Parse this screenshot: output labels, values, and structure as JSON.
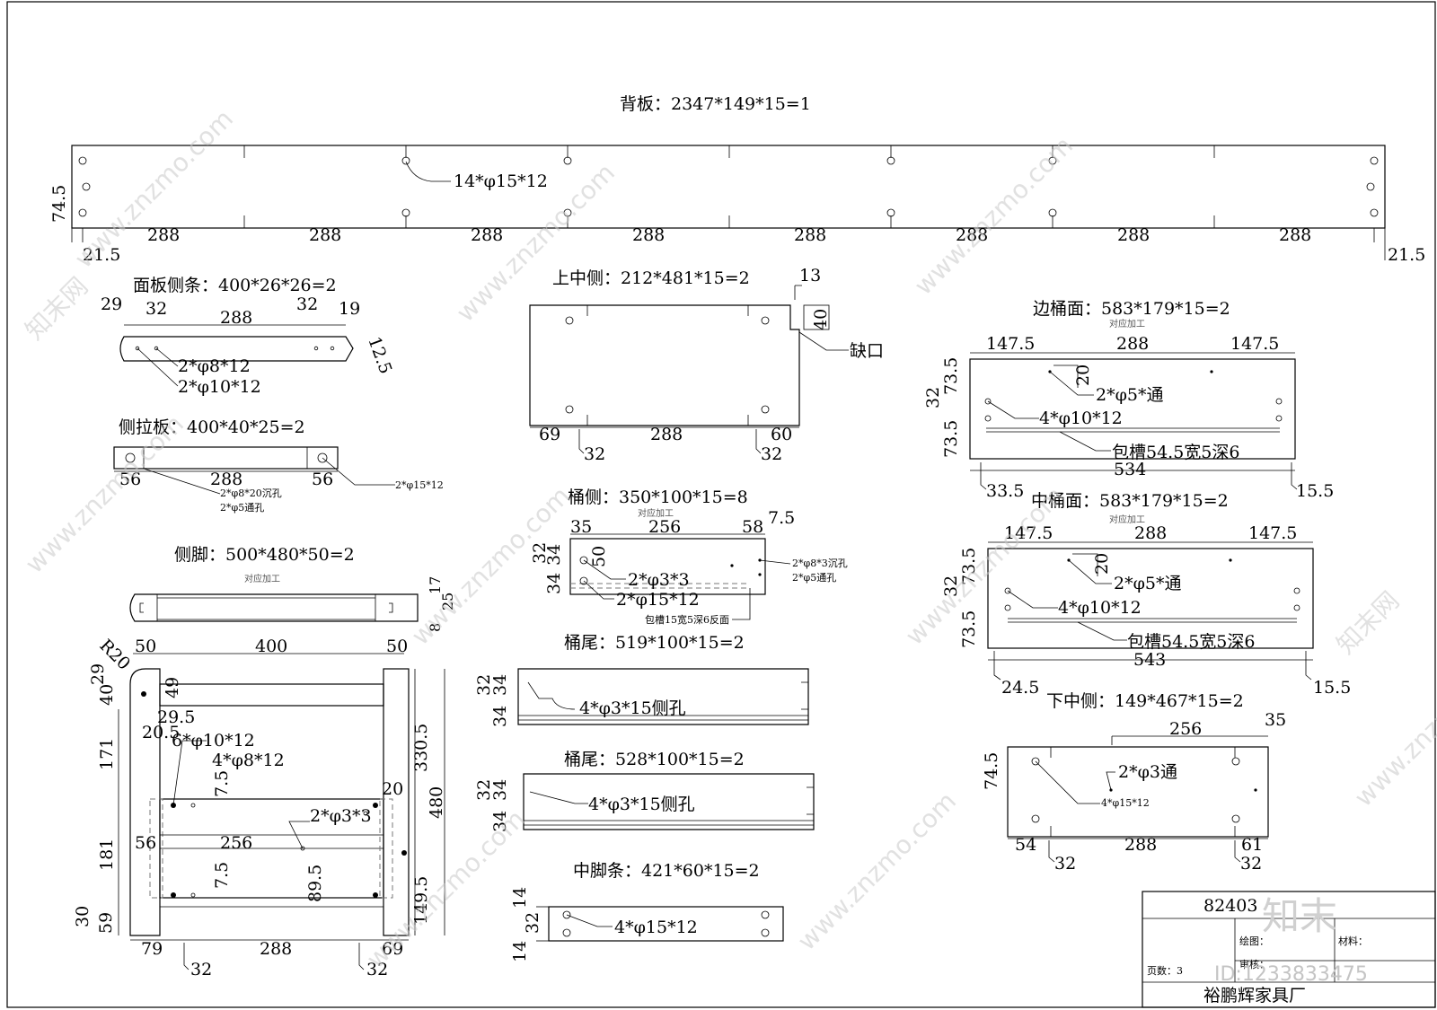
{
  "back_panel": {
    "title": "背板：2347*149*15=1",
    "hole": "14*φ15*12",
    "height": "74.5",
    "segment": "288",
    "left_offset": "21.5",
    "right_offset": "21.5"
  },
  "face_strip": {
    "title": "面板侧条：400*26*26=2",
    "d1": "29",
    "d2": "32",
    "d3": "288",
    "d4": "32",
    "d5": "19",
    "d6": "12.5",
    "hole1": "2*φ8*12",
    "hole2": "2*φ10*12"
  },
  "side_pull": {
    "title": "侧拉板：400*40*25=2",
    "d1": "56",
    "d2": "288",
    "d3": "56",
    "hole1": "2*φ8*20沉孔",
    "hole1b": "2*φ5通孔",
    "hole2": "2*φ15*12"
  },
  "side_leg": {
    "title": "侧脚：500*480*50=2",
    "note": "对应加工",
    "top_dims": [
      "50",
      "400",
      "50"
    ],
    "dims": [
      "17",
      "25",
      "8",
      "R20",
      "29",
      "40",
      "49",
      "29.5",
      "20.5",
      "171",
      "7.5",
      "20",
      "330.5",
      "480",
      "56",
      "256",
      "181",
      "89.5",
      "149.5",
      "30",
      "59",
      "79",
      "288",
      "69",
      "32",
      "32",
      "7.5"
    ],
    "hole1": "6*φ10*12",
    "hole2": "4*φ8*12",
    "hole3": "2*φ3*3"
  },
  "upper_middle": {
    "title": "上中侧：212*481*15=2",
    "d13": "13",
    "d40": "40",
    "notch": "缺口",
    "d1": "69",
    "d2": "288",
    "d3": "60",
    "d4": "32",
    "d5": "32"
  },
  "bucket_side": {
    "title": "桶侧：350*100*15=8",
    "note": "对应加工",
    "d1": "35",
    "d2": "256",
    "d3": "58",
    "d4": "7.5",
    "d5": "32",
    "d6": "34",
    "d7": "50",
    "d8": "34",
    "hole1": "2*φ3*3",
    "hole2": "2*φ15*12",
    "hole3": "2*φ8*3沉孔",
    "hole4": "2*φ5通孔",
    "groove": "包槽15宽5深6反面"
  },
  "bucket_tail_1": {
    "title": "桶尾：519*100*15=2",
    "d1": "32",
    "d2": "34",
    "d3": "34",
    "hole": "4*φ3*15侧孔"
  },
  "bucket_tail_2": {
    "title": "桶尾：528*100*15=2",
    "d1": "32",
    "d2": "34",
    "d3": "34",
    "hole": "4*φ3*15侧孔"
  },
  "middle_foot": {
    "title": "中脚条：421*60*15=2",
    "d1": "14",
    "d2": "32",
    "d3": "14",
    "hole": "4*φ15*12"
  },
  "edge_bucket_face": {
    "title": "边桶面：583*179*15=2",
    "note": "对应加工",
    "d1": "147.5",
    "d2": "288",
    "d3": "147.5",
    "d4": "20",
    "d5": "32",
    "d6": "73.5",
    "d7": "73.5",
    "hole1": "2*φ5*通",
    "hole2": "4*φ10*12",
    "groove": "包槽54.5宽5深6",
    "d8": "534",
    "d9": "33.5",
    "d10": "15.5"
  },
  "mid_bucket_face": {
    "title": "中桶面：583*179*15=2",
    "note": "对应加工",
    "d1": "147.5",
    "d2": "288",
    "d3": "147.5",
    "d4": "20",
    "d5": "32",
    "d6": "73.5",
    "d7": "73.5",
    "hole1": "2*φ5*通",
    "hole2": "4*φ10*12",
    "groove": "包槽54.5宽5深6",
    "d8": "543",
    "d9": "24.5",
    "d10": "15.5"
  },
  "lower_middle": {
    "title": "下中侧：149*467*15=2",
    "d1": "256",
    "d2": "35",
    "d3": "74.5",
    "hole1": "2*φ3通",
    "hole2": "4*φ15*12",
    "d4": "54",
    "d5": "288",
    "d6": "61",
    "d7": "32",
    "d8": "32"
  },
  "title_block": {
    "code": "82403",
    "draw_label": "绘图：",
    "review_label": "审核：",
    "material_label": "材料：",
    "pages_label": "页数：3",
    "company": "裕鹏辉家具厂"
  },
  "watermark": {
    "site": "www.znzmo.com",
    "brand": "知末网",
    "logo": "知末",
    "id": "ID:1233833475"
  }
}
